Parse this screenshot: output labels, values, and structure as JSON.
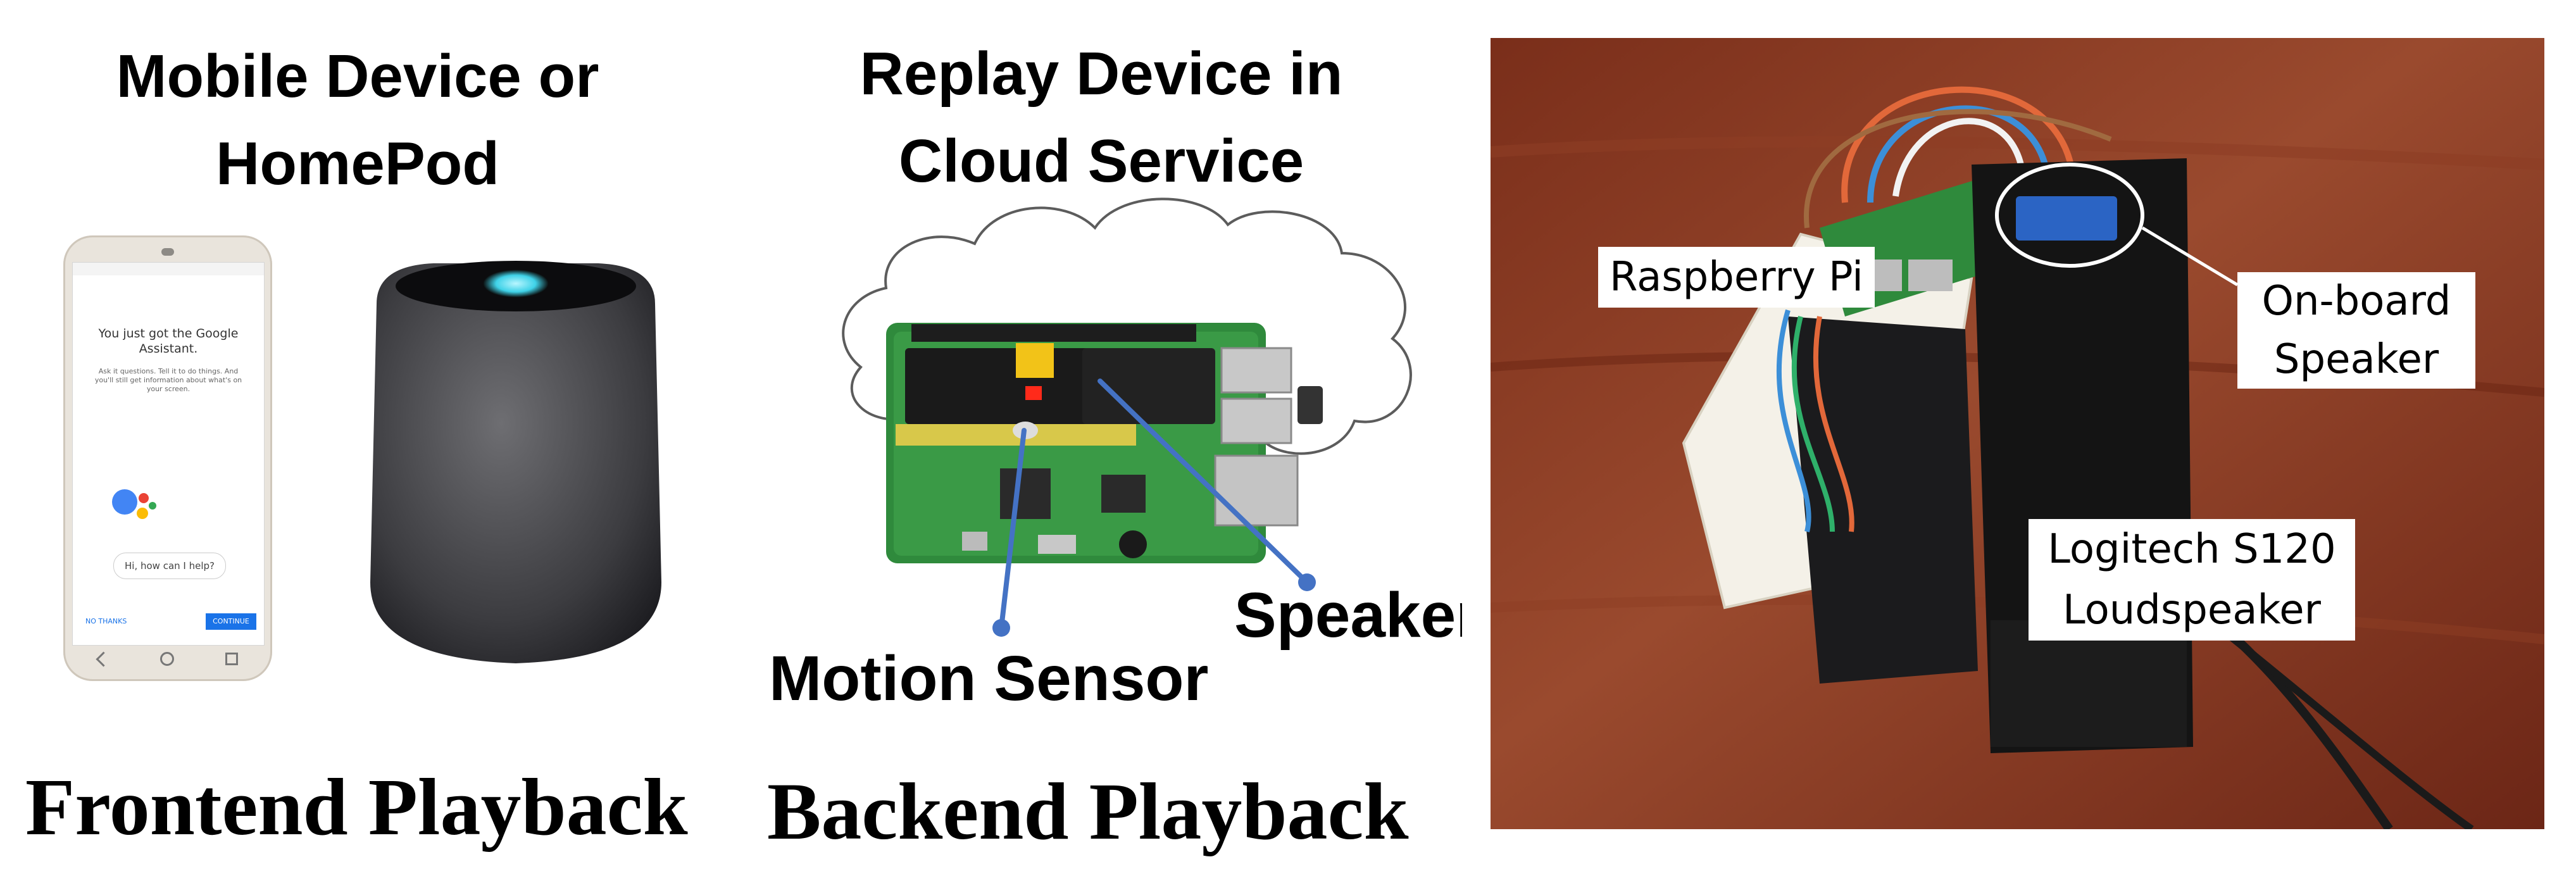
{
  "frontend": {
    "header_line1": "Mobile Device or",
    "header_line2": "HomePod",
    "caption": "Frontend Playback",
    "phone": {
      "title": "You just got the Google Assistant.",
      "body": "Ask it questions. Tell it to do things. And you'll still get information about what's on your screen.",
      "bubble": "Hi, how can I help?",
      "no_thanks": "NO THANKS",
      "continue": "CONTINUE"
    }
  },
  "backend": {
    "header_line1": "Replay Device in",
    "header_line2": "Cloud Service",
    "caption": "Backend Playback",
    "motion_sensor_label": "Motion Sensor",
    "speaker_label": "Speaker"
  },
  "photo": {
    "raspberry_pi_label": "Raspberry Pi",
    "onboard_speaker_line1": "On-board",
    "onboard_speaker_line2": "Speaker",
    "logitech_line1": "Logitech S120",
    "logitech_line2": "Loudspeaker"
  },
  "colors": {
    "pointer_blue": "#4472c4",
    "table_wood": "#8b3a24",
    "pcb_green": "#2f8a3c",
    "speaker_black": "#141414"
  }
}
